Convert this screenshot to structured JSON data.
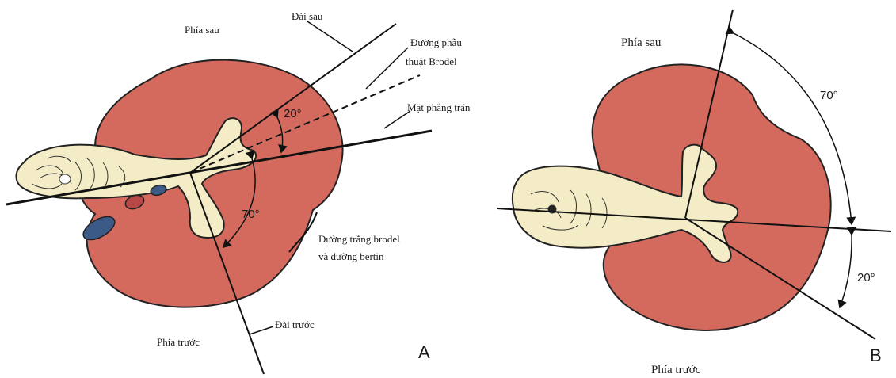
{
  "panel_a": {
    "label": "A",
    "posterior": "Phía sau",
    "anterior": "Phía trước",
    "posterior_lip": "Đài sau",
    "anterior_lip": "Đài trước",
    "brodel_path_line1": "Đường phẫu",
    "brodel_path_line2": "thuật Brodel",
    "frontal_plane": "Mặt phẳng trán",
    "white_line_1": "Đường trắng brodel",
    "white_line_2": "và đường bertin",
    "angle_small": "20°",
    "angle_large": "70°"
  },
  "panel_b": {
    "label": "B",
    "posterior": "Phía sau",
    "anterior": "Phía trước",
    "angle_large": "70°",
    "angle_small": "20°"
  },
  "colors": {
    "parenchyma": "#d46a5e",
    "pelvis": "#f4ecc6",
    "vessel_blue": "#3c5a86",
    "vessel_red": "#b84848",
    "line": "#111111"
  }
}
